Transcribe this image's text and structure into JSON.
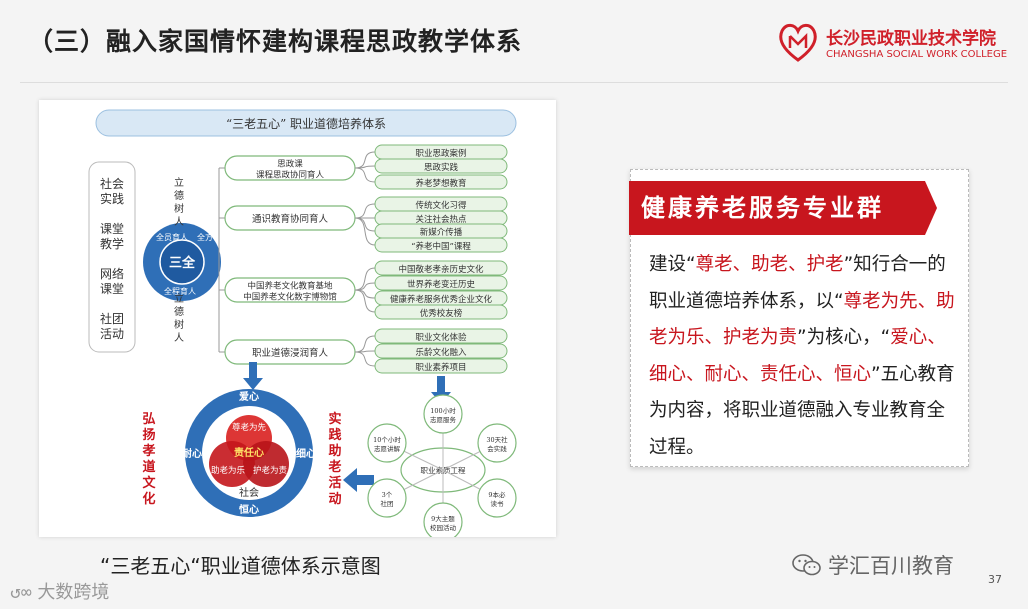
{
  "slide": {
    "title": "（三）融入家国情怀建构课程思政教学体系",
    "page_number": "37"
  },
  "logo": {
    "name_cn": "长沙民政职业技术学院",
    "name_en": "CHANGSHA SOCIAL WORK COLLEGE"
  },
  "diagram": {
    "title": "“三老五心” 职业道德培养体系",
    "left_items": [
      "社会实践",
      "课堂教学",
      "网络课堂",
      "社团活动"
    ],
    "center_label": "三全",
    "ring_labels": [
      "全员育人",
      "全程育人",
      "全方位育人"
    ],
    "branch_label_top": "立德树人",
    "branch_label_bottom": "立德树人",
    "branches": [
      {
        "label": "思政课\n课程思政协同育人",
        "items": [
          "职业思政案例",
          "思政实践",
          "养老梦想教育"
        ]
      },
      {
        "label": "通识教育协同育人",
        "items": [
          "传统文化习得",
          "关注社会热点",
          "新媒介传播",
          "“养老中国”课程"
        ]
      },
      {
        "label": "中国养老文化教育基地\n中国养老文化数字博物馆",
        "items": [
          "中国敬老孝亲历史文化",
          "世界养老变迁历史",
          "健康养老服务优秀企业文化",
          "优秀校友榜"
        ]
      },
      {
        "label": "职业道德浸润育人",
        "items": [
          "职业文化体验",
          "乐龄文化融入",
          "职业素养项目"
        ]
      }
    ],
    "circle": {
      "outer_labels": [
        "爱心",
        "细心",
        "耐心",
        "恒心"
      ],
      "inner_labels": [
        "尊老为先",
        "助老为乐",
        "护老为责"
      ],
      "center": "责任心",
      "bottom": "社会",
      "left_side": "弘扬孝道文化",
      "right_side": "实践助老活动"
    },
    "network": {
      "center": "职业素质工程",
      "nodes": [
        "100小时志愿服务",
        "30天社会实践",
        "9本必读书",
        "9大主题校园活动",
        "3个社团",
        "10个小时志愿讲解"
      ]
    }
  },
  "caption": "“三老五心“职业道德体系示意图",
  "card": {
    "header": "健康养老服务专业群",
    "body": [
      {
        "t": "建设“",
        "hl": false
      },
      {
        "t": "尊老、助老、护老",
        "hl": true
      },
      {
        "t": "”知行合一的职业道德培养体系，以“",
        "hl": false
      },
      {
        "t": "尊老为先、助老为乐、护老为责",
        "hl": true
      },
      {
        "t": "”为核心，“",
        "hl": false
      },
      {
        "t": "爱心、细心、耐心、责任心、恒心",
        "hl": true
      },
      {
        "t": "”五心教育为内容，将职业道德融入专业教育全过程。",
        "hl": false
      }
    ]
  },
  "watermarks": {
    "left": "大数跨境",
    "right": "学汇百川教育"
  },
  "colors": {
    "brand_red": "#c8161e",
    "diagram_blue": "#2f6fb7",
    "diagram_green": "#7fb97a"
  }
}
